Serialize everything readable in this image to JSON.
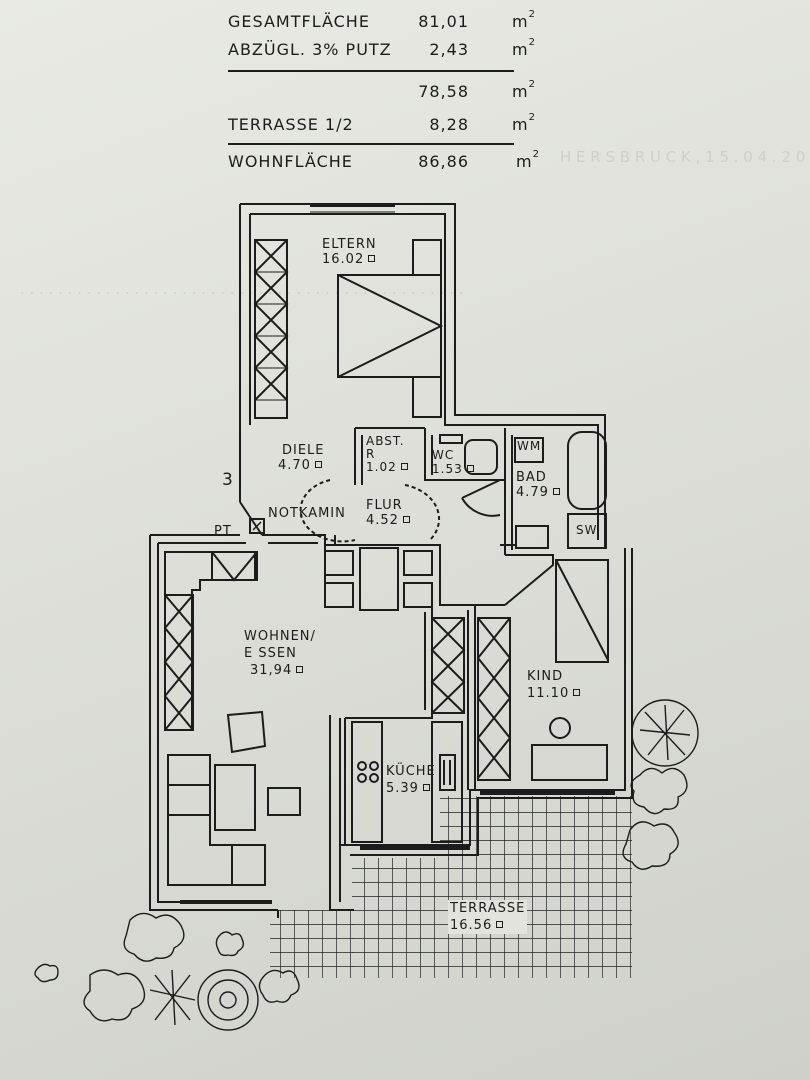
{
  "area_table": {
    "rows": [
      {
        "label": "GESAMTFLÄCHE",
        "value": "81,01"
      },
      {
        "label": "ABZÜGL. 3% PUTZ",
        "value": "2,43"
      },
      {
        "label": "",
        "value": "78,58"
      },
      {
        "label": "TERRASSE 1/2",
        "value": "8,28"
      },
      {
        "label": "WOHNFLÄCHE",
        "value": "86,86"
      }
    ],
    "unit": "m"
  },
  "rooms": {
    "eltern": {
      "name": "ELTERN",
      "area": "16.02"
    },
    "diele": {
      "name": "DIELE",
      "area": "4.70"
    },
    "abst": {
      "name": "ABST.",
      "sub": "R",
      "area": "1.02"
    },
    "wc": {
      "name": "WC",
      "area": "1.53"
    },
    "bad": {
      "name": "BAD",
      "area": "4.79"
    },
    "flur": {
      "name": "FLUR",
      "area": "4.52"
    },
    "wohnen": {
      "name": "WOHNEN/",
      "name2": "E SSEN",
      "area": "31,94"
    },
    "kind": {
      "name": "KIND",
      "area": "11.10"
    },
    "kueche": {
      "name": "KÜCHE",
      "area": "5.39"
    },
    "terrasse": {
      "name": "TERRASSE",
      "area": "16.56"
    }
  },
  "markers": {
    "notkamin": "NOTKAMIN",
    "pt": "PT",
    "wm": "WM",
    "sw": "SW",
    "entrance_number": "3"
  }
}
